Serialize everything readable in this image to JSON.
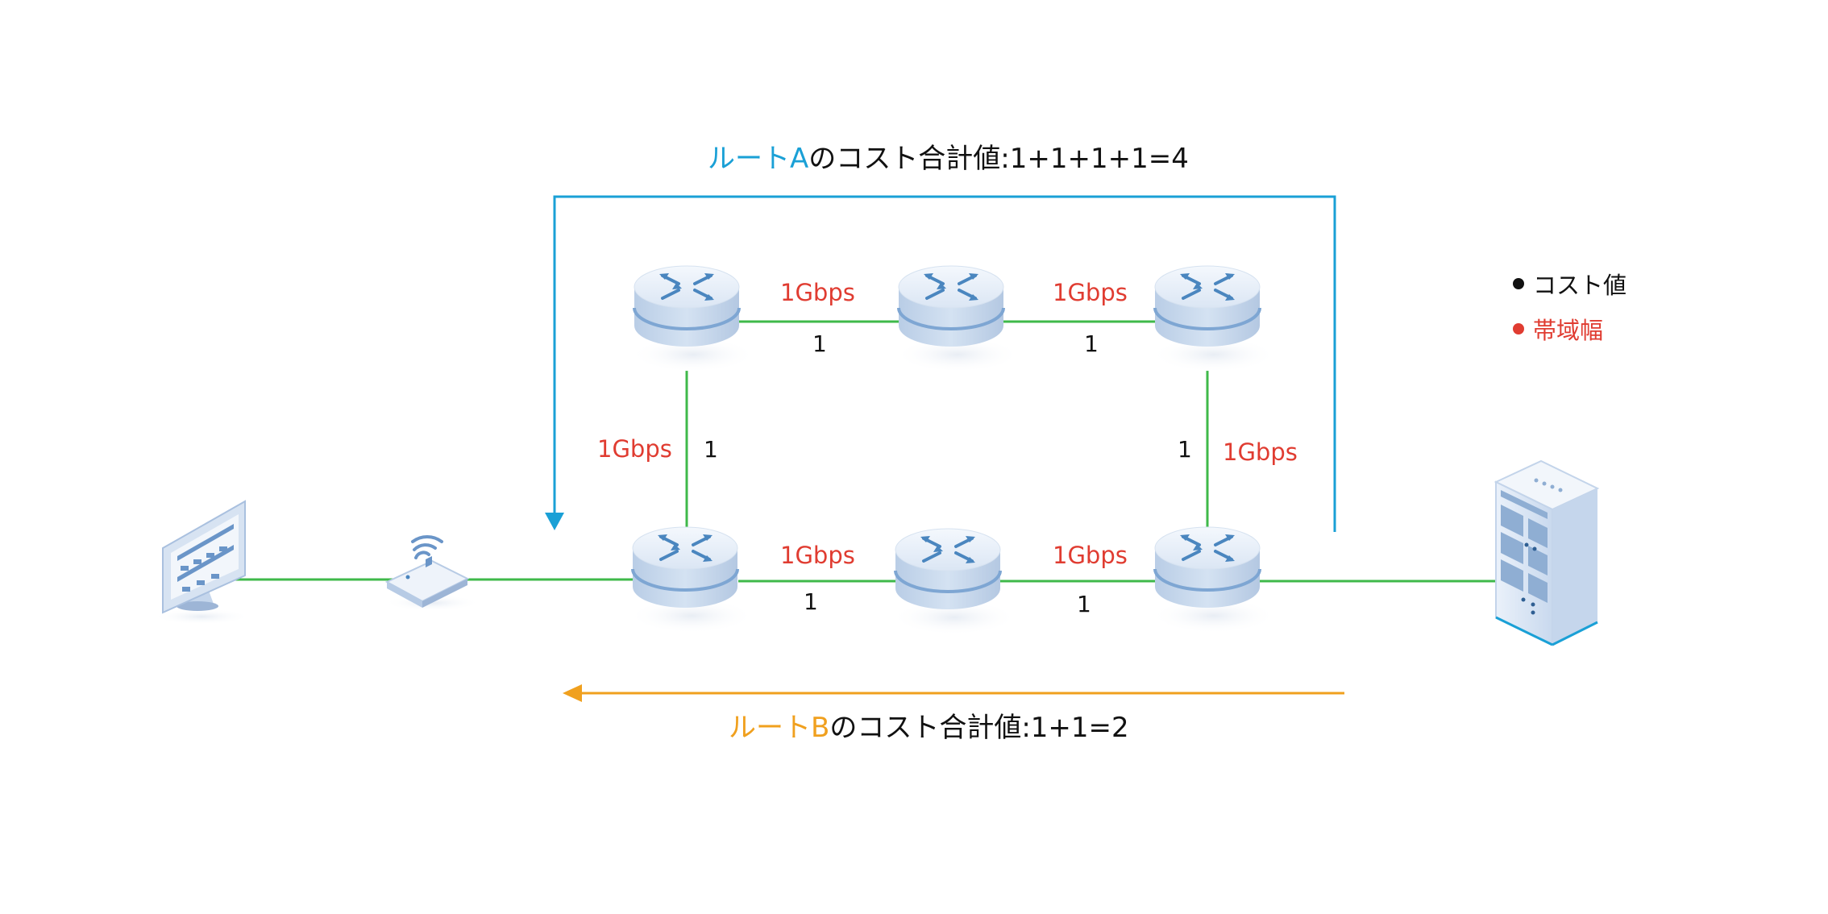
{
  "colors": {
    "route_a": "#1aa0d6",
    "route_b": "#f0a01e",
    "link": "#3fb94a",
    "bandwidth": "#e03c31",
    "cost": "#111111",
    "router_top": "#e6eef8",
    "router_body": "#c5d6ec",
    "router_arrow": "#4a86bf"
  },
  "route_a": {
    "prefix": "ルートA",
    "suffix": "のコスト合計値:1+1+1+1=4"
  },
  "route_b": {
    "prefix": "ルートB",
    "suffix": "のコスト合計値:1+1=2"
  },
  "legend": {
    "cost": "コスト値",
    "bandwidth": "帯域幅"
  },
  "links": {
    "top_left": {
      "bandwidth": "1Gbps",
      "cost": "1"
    },
    "top_right": {
      "bandwidth": "1Gbps",
      "cost": "1"
    },
    "left": {
      "bandwidth": "1Gbps",
      "cost": "1"
    },
    "right": {
      "bandwidth": "1Gbps",
      "cost": "1"
    },
    "bottom_left": {
      "bandwidth": "1Gbps",
      "cost": "1"
    },
    "bottom_right": {
      "bandwidth": "1Gbps",
      "cost": "1"
    }
  },
  "icons": {
    "client": "monitor-icon",
    "access_point": "wireless-access-point-icon",
    "router": "router-icon",
    "server": "server-rack-icon"
  }
}
